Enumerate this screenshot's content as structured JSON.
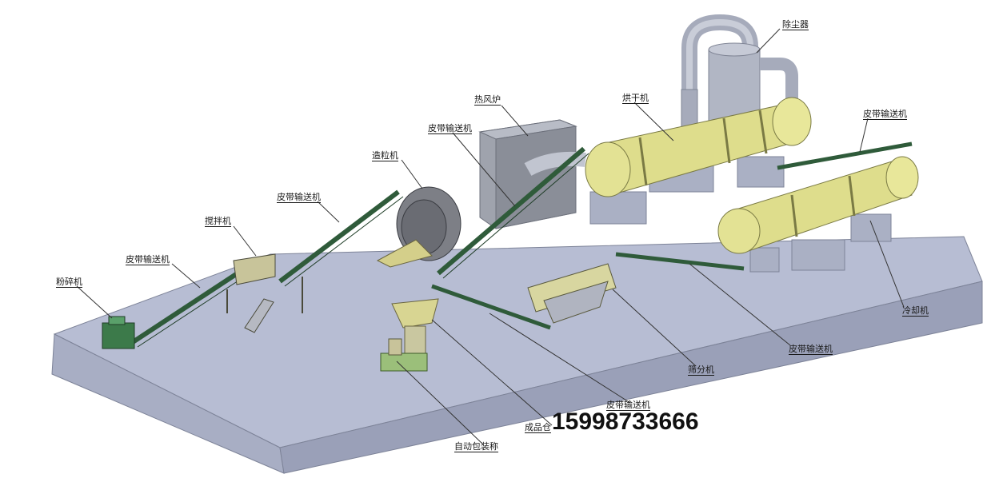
{
  "labels": {
    "dust_collector": "除尘器",
    "hot_air_furnace": "热风炉",
    "dryer": "烘干机",
    "belt_conveyor_top_right": "皮带输送机",
    "belt_conveyor_to_dryer": "皮带输送机",
    "granulator": "造粒机",
    "belt_conveyor_to_granulator": "皮带输送机",
    "mixer": "搅拌机",
    "belt_conveyor_to_mixer": "皮带输送机",
    "crusher": "粉碎机",
    "cooler": "冷却机",
    "belt_conveyor_cooler_to_screener": "皮带输送机",
    "screener": "筛分机",
    "belt_conveyor_to_silo": "皮带输送机",
    "product_silo": "成品仓",
    "auto_packing_scale": "自动包装称"
  },
  "phone": "15998733666",
  "colors": {
    "platform_top": "#b9bfd4",
    "platform_side": "#9ea4bb",
    "drum": "#e0df8f",
    "conveyor": "#2e5d3a",
    "furnace": "#9a9ea8",
    "pipe": "#a9aebd"
  }
}
